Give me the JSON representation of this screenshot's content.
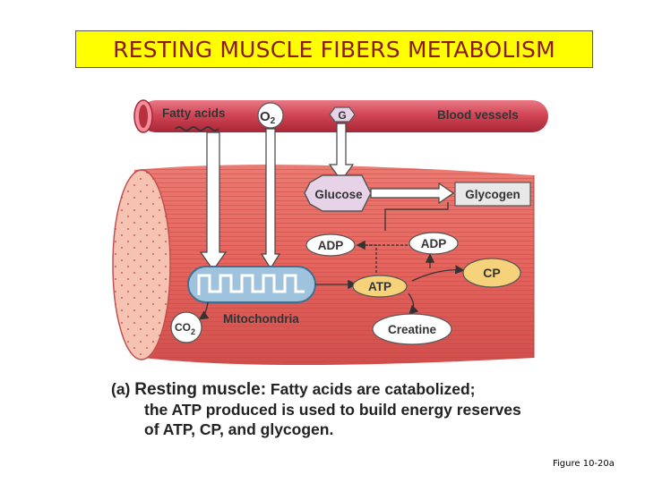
{
  "title": "RESTING MUSCLE FIBERS  METABOLISM",
  "labels": {
    "fatty_acids": "Fatty acids",
    "o2": "O",
    "o2_sub": "2",
    "g": "G",
    "blood_vessels": "Blood vessels",
    "glucose": "Glucose",
    "glycogen": "Glycogen",
    "adp_left": "ADP",
    "adp_right": "ADP",
    "cp": "CP",
    "atp": "ATP",
    "co2": "CO",
    "co2_sub": "2",
    "mitochondria": "Mitochondria",
    "creatine": "Creatine"
  },
  "caption": {
    "prefix": "(a)",
    "lead": "Resting muscle:",
    "line1_rest": "Fatty acids are catabolized;",
    "line2": "the ATP produced is used to build energy reserves",
    "line3": "of ATP, CP, and glycogen."
  },
  "figure_ref": "Figure 10-20a",
  "colors": {
    "title_bg": "#ffff00",
    "title_text": "#8b1a1a",
    "muscle": "#e06060",
    "blood_vessel": "#cc3b4a",
    "mitochondria": "#7fa9c9",
    "glucose": "#e7d3e8",
    "cp": "#f6d27a"
  }
}
